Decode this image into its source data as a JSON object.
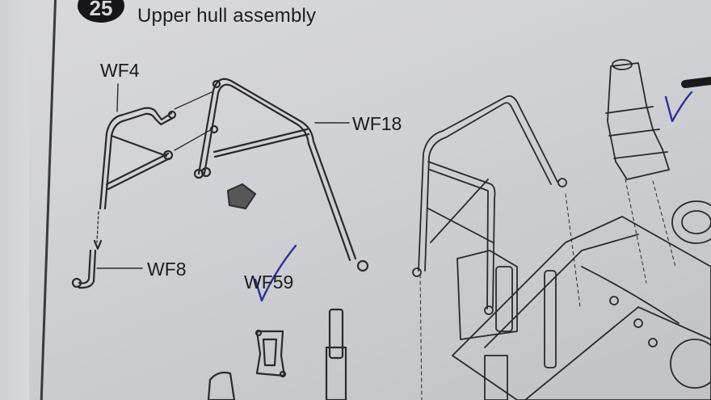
{
  "step": {
    "number": "25",
    "title": "Upper hull assembly"
  },
  "parts": {
    "wf4": "WF4",
    "wf18": "WF18",
    "wf8": "WF8",
    "wf59": "WF59"
  }
}
